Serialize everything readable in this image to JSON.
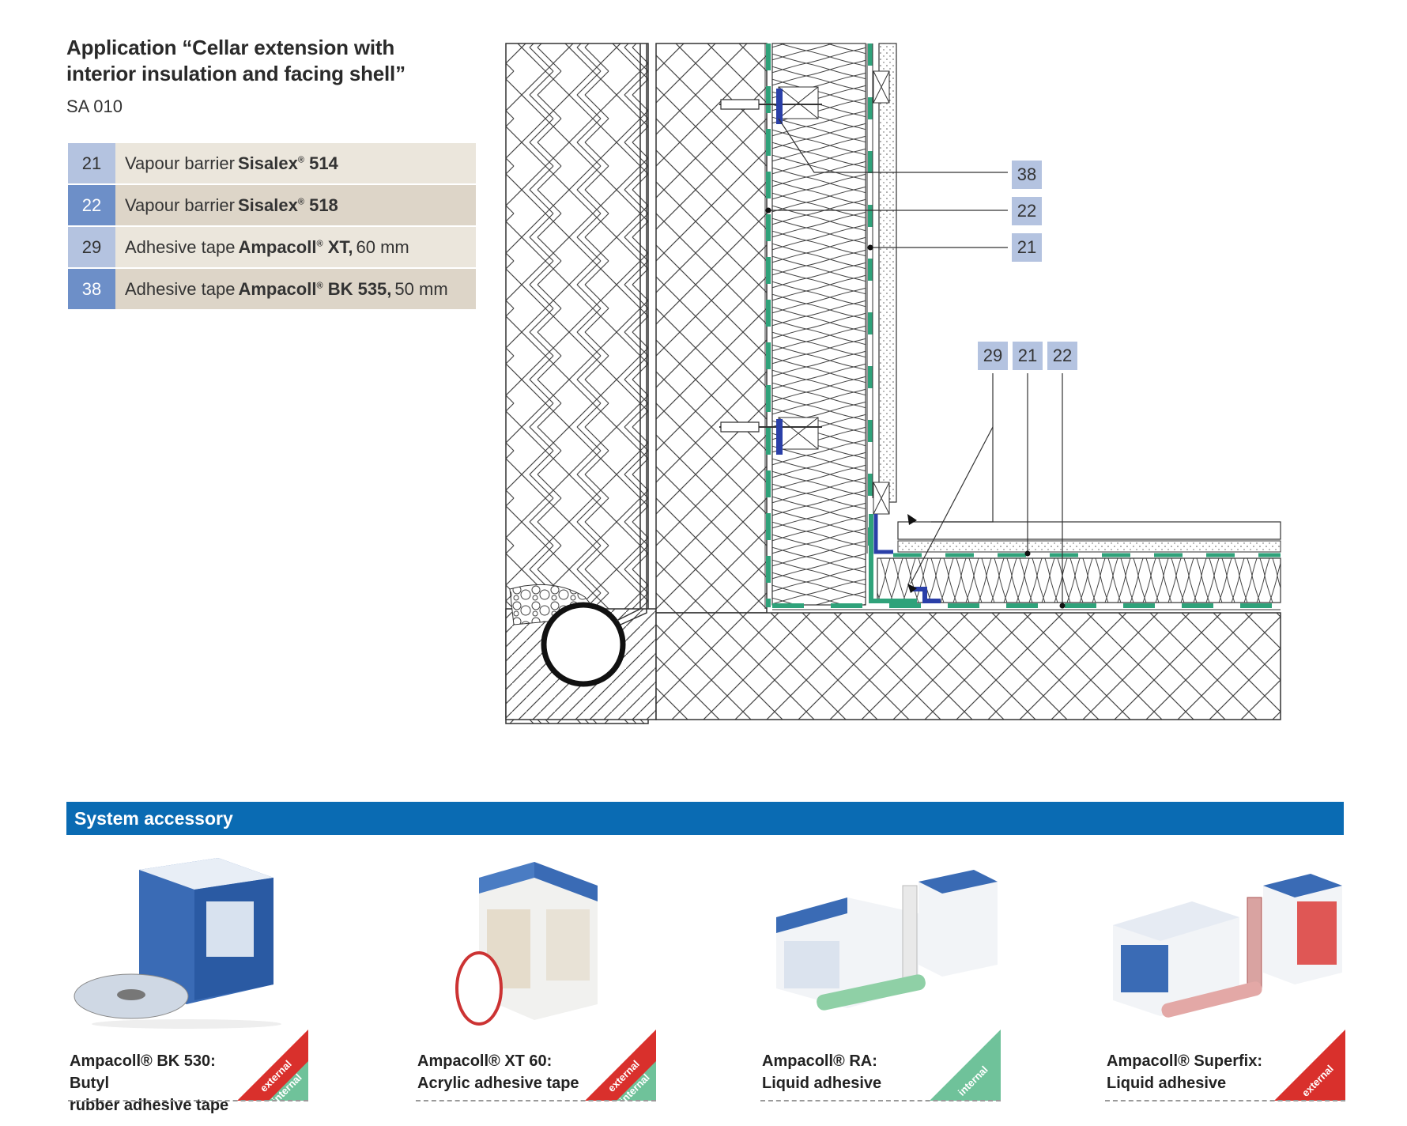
{
  "header": {
    "title_line1": "Application “Cellar extension with",
    "title_line2": "interior insulation and facing shell”",
    "code": "SA 010"
  },
  "legend": [
    {
      "num": "21",
      "text_before": "Vapour barrier",
      "product": "Sisalex",
      "product_model": "514",
      "text_after": ""
    },
    {
      "num": "22",
      "text_before": "Vapour barrier",
      "product": "Sisalex",
      "product_model": "518",
      "text_after": ""
    },
    {
      "num": "29",
      "text_before": "Adhesive tape",
      "product": "Ampacoll",
      "product_model": "XT,",
      "text_after": "60 mm"
    },
    {
      "num": "38",
      "text_before": "Adhesive tape",
      "product": "Ampacoll",
      "product_model": "BK 535,",
      "text_after": "50 mm"
    }
  ],
  "registered_mark": "®",
  "drawing_tags": {
    "tag_38": "38",
    "tag_22": "22",
    "tag_21": "21",
    "tag_29b": "29",
    "tag_21b": "21",
    "tag_22b": "22"
  },
  "accessory_section": {
    "heading": "System accessory",
    "items": [
      {
        "line1": "Ampacoll® BK 530: Butyl",
        "line2": "rubber adhesive tape",
        "corner": [
          "external",
          "internal"
        ]
      },
      {
        "line1": "Ampacoll® XT 60:",
        "line2": "Acrylic adhesive tape",
        "corner": [
          "external",
          "internal"
        ]
      },
      {
        "line1": "Ampacoll® RA:",
        "line2": "Liquid adhesive",
        "corner": [
          "internal"
        ]
      },
      {
        "line1": "Ampacoll® Superfix:",
        "line2": "Liquid adhesive",
        "corner": [
          "external"
        ]
      }
    ]
  },
  "colors": {
    "legend_light": "#b4c3e0",
    "legend_dark": "#6d8fc8",
    "row_light": "#ebe6dc",
    "row_dark": "#ddd5c8",
    "bar_blue": "#0a6bb3",
    "membrane_green": "#2fa27a",
    "tape_blue": "#2a3fa8",
    "badge_red": "#d9302c",
    "badge_green": "#6fc29a"
  }
}
